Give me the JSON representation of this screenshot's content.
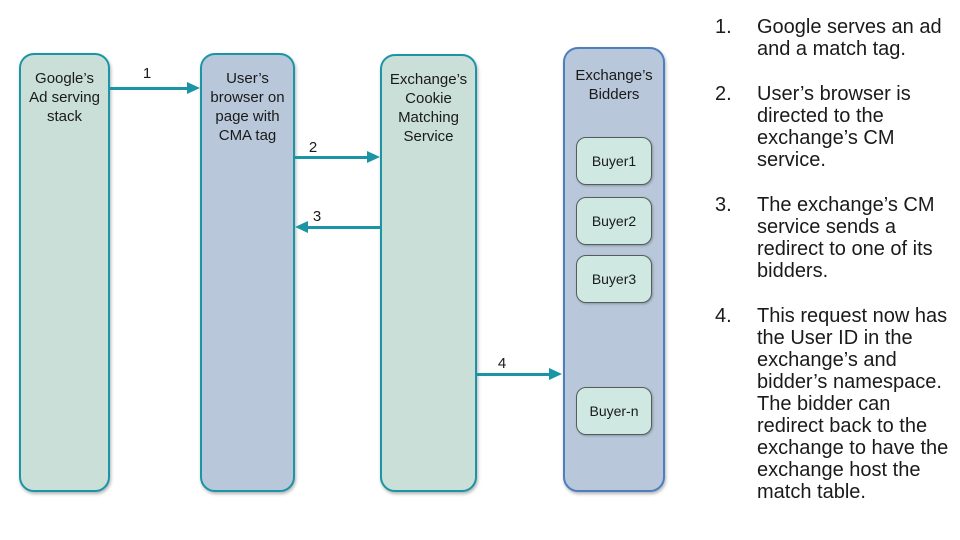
{
  "colors": {
    "teal_fill": "#c9dfd8",
    "teal_border": "#1b95a6",
    "blue_fill": "#b8c7d9",
    "bidders_border": "#4d7ebf",
    "buyer_fill": "#cfe8e2",
    "buyer_border": "#555d5c",
    "arrow": "#1b95a6",
    "text": "#1a1a1a"
  },
  "nodes": {
    "google": {
      "label": "Google’s\nAd serving\nstack"
    },
    "browser": {
      "label": "User’s\nbrowser on\npage with\nCMA tag"
    },
    "cm_service": {
      "label": "Exchange’s\nCookie\nMatching\nService"
    },
    "bidders": {
      "label": "Exchange’s\nBidders",
      "buyers": [
        "Buyer1",
        "Buyer2",
        "Buyer3",
        "Buyer-n"
      ]
    }
  },
  "arrows": [
    {
      "label": "1"
    },
    {
      "label": "2"
    },
    {
      "label": "3"
    },
    {
      "label": "4"
    }
  ],
  "steps": [
    {
      "number": "1.",
      "text": "Google serves an ad and a match tag."
    },
    {
      "number": "2.",
      "text": "User’s browser is directed to the exchange’s CM service."
    },
    {
      "number": "3.",
      "text": "The exchange’s CM service sends a redirect to one of its bidders."
    },
    {
      "number": "4.",
      "text": "This request now has the User ID in the exchange’s and bidder’s namespace. The bidder can redirect back to the exchange to have the exchange host the match table."
    }
  ]
}
